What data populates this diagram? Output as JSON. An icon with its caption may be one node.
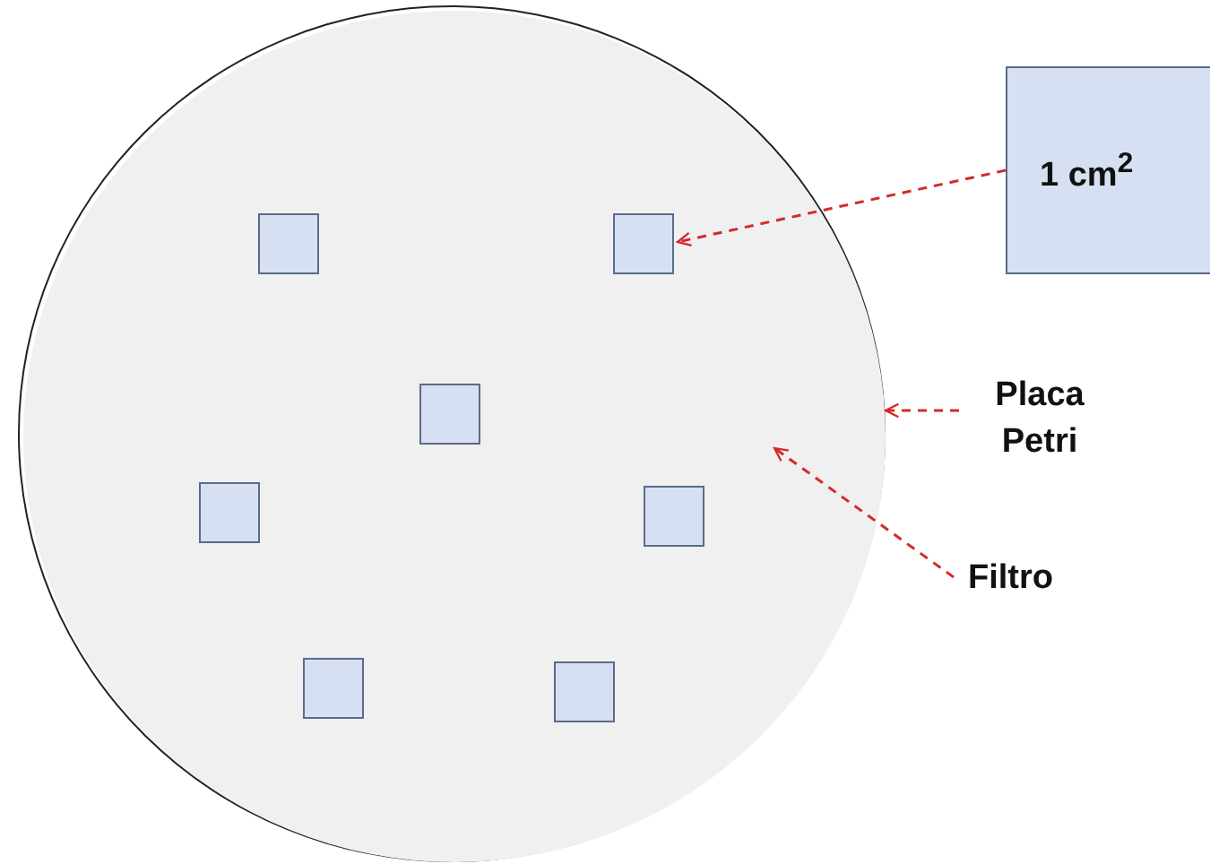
{
  "diagram": {
    "nodes": [
      {
        "text": [],
        "shape": "circle"
      },
      {
        "text": [],
        "shape": "circle",
        "in": 0
      },
      {
        "text": [],
        "shape": "box",
        "in": 1
      },
      {
        "text": [],
        "shape": "box",
        "in": 1
      },
      {
        "text": [],
        "shape": "box",
        "in": 1
      },
      {
        "text": [],
        "shape": "box",
        "in": 1
      },
      {
        "text": [],
        "shape": "box",
        "in": 1
      },
      {
        "text": [],
        "shape": "box",
        "in": 1
      },
      {
        "text": [],
        "shape": "box",
        "in": 1
      },
      {
        "text": [
          "1 cm$^{2}$"
        ]
      },
      {
        "text": [
          "Placa Petri"
        ]
      },
      {
        "text": [
          "Filtro"
        ]
      }
    ],
    "edges": [
      {
        "from": 9,
        "to": 3,
        "arrow": "to",
        "style": "dashed"
      },
      {
        "from": 10,
        "to": 0,
        "arrow": "to",
        "style": "dashed"
      },
      {
        "from": 11,
        "to": 1,
        "arrow": "to",
        "style": "dashed"
      }
    ]
  }
}
